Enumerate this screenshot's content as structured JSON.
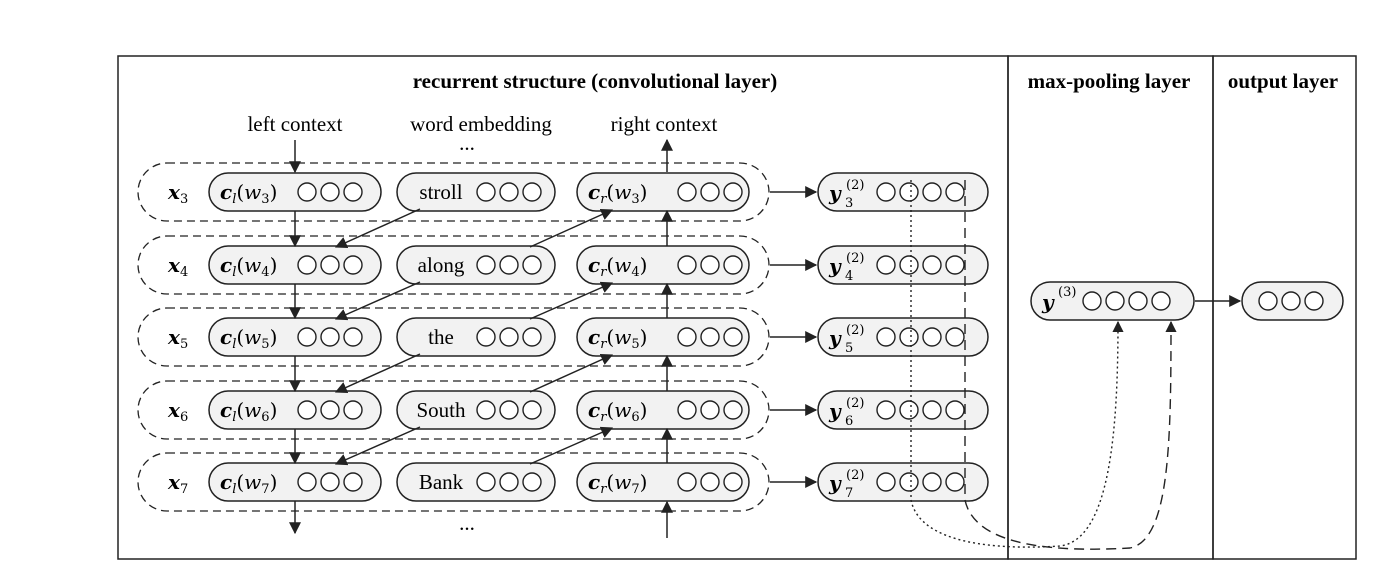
{
  "headers": {
    "recurrent": "recurrent structure (convolutional layer)",
    "maxpool": "max-pooling layer",
    "output": "output layer"
  },
  "column_labels": {
    "left": "left context",
    "embedding": "word embedding",
    "right": "right context"
  },
  "ellipsis": "...",
  "rows": [
    {
      "x_sub": "3",
      "word": "stroll"
    },
    {
      "x_sub": "4",
      "word": "along"
    },
    {
      "x_sub": "5",
      "word": "the"
    },
    {
      "x_sub": "6",
      "word": "South"
    },
    {
      "x_sub": "7",
      "word": "Bank"
    }
  ],
  "symbols": {
    "x": "x",
    "cl": "c",
    "cl_sub": "l",
    "cr": "c",
    "cr_sub": "r",
    "w": "w",
    "y": "y",
    "y2_sup": "(2)",
    "y3_sup": "(3)"
  },
  "colors": {
    "node_fill": "#f2f2f2",
    "stroke": "#222222"
  }
}
